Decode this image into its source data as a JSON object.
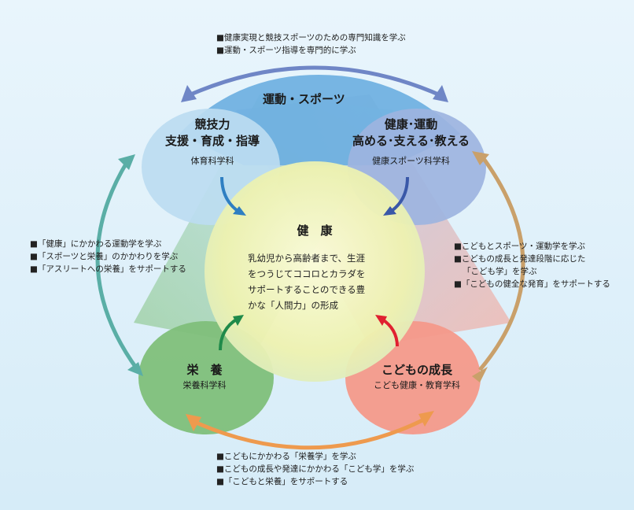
{
  "top_notes": [
    "■健康実現と競技スポーツのための専門知識を学ぶ",
    "■運動・スポーツ指導を専門的に学ぶ"
  ],
  "left_notes": [
    "■「健康」にかかわる運動学を学ぶ",
    "■「スポーツと栄養」のかかわりを学ぶ",
    "■「アスリートへの栄養」をサポートする"
  ],
  "right_notes": [
    "■こどもとスポーツ・運動学を学ぶ",
    "■こどもの成長と発達段階に応じた",
    "「こども学」を学ぶ",
    "■「こどもの健全な発育」をサポートする"
  ],
  "bottom_notes": [
    "■こどもにかかわる「栄養学」を学ぶ",
    "■こどもの成長や発達にかかわる「こども学」を学ぶ",
    "■「こどもと栄養」をサポートする"
  ],
  "sports_label": "運動・スポーツ",
  "competitive": {
    "line1": "競技力",
    "line2": "支援・育成・指導",
    "dept": "体育科学科"
  },
  "health_sports": {
    "line1": "健康･運動",
    "line2": "高める･支える･教える",
    "dept": "健康スポーツ科学科"
  },
  "center": {
    "title": "健　康",
    "lines": [
      "乳幼児から高齢者まで、生涯",
      "をつうじてココロとカラダを",
      "サポートすることのできる豊",
      "かな「人間力」の形成"
    ]
  },
  "nutrition": {
    "title": "栄　養",
    "dept": "栄養科学科"
  },
  "child": {
    "title": "こどもの成長",
    "dept": "こども健康・教育学科"
  },
  "colors": {
    "sports": "#6aaee0",
    "competitive": "#b8dcf0",
    "health": "#9bb5df",
    "center": "#f2f2a8",
    "nutrition": "#7fbf7a",
    "child": "#f4998a",
    "arrow_top": "#6f86c6",
    "arrow_left": "#5aaea6",
    "arrow_right": "#c9a06a",
    "arrow_bottom": "#ee9a4e"
  }
}
